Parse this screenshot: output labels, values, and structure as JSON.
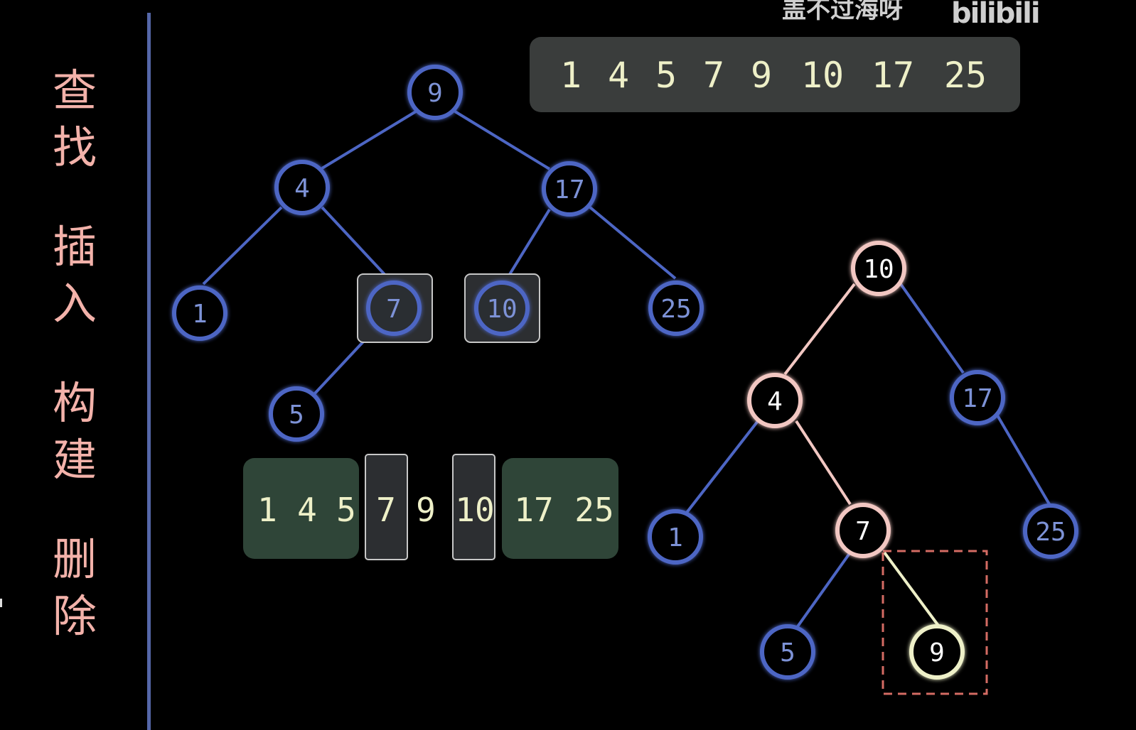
{
  "side_menu": [
    "查",
    "找",
    "插",
    "入",
    "构",
    "建",
    "删",
    "除"
  ],
  "watermark": {
    "text": "盖不过海呀",
    "logo": "bilibili"
  },
  "sorted_array": [
    "1",
    "4",
    "5",
    "7",
    "9",
    "10",
    "17",
    "25"
  ],
  "tree1": {
    "nodes": [
      "9",
      "4",
      "17",
      "1",
      "7",
      "10",
      "25",
      "5"
    ],
    "highlighted": [
      "7",
      "10"
    ]
  },
  "partition": {
    "left_group": [
      "1",
      "4",
      "5"
    ],
    "left_split": "7",
    "pivot": "9",
    "right_split": "10",
    "right_group": [
      "17",
      "25"
    ]
  },
  "tree2": {
    "nodes": [
      "10",
      "4",
      "17",
      "1",
      "7",
      "25",
      "5",
      "9"
    ],
    "path": [
      "10",
      "4",
      "7"
    ],
    "inserted": "9"
  },
  "colors": {
    "node_blue": "#4d66c4",
    "node_text_blue": "#7d92d6",
    "path_pink": "#f2c7c2",
    "inserted_yellow": "#eef0c8",
    "menu_text": "#f3b2aa",
    "array_box": "#3a3d3c",
    "group_green": "#2f4538",
    "dashed_box": "#d46b63"
  }
}
